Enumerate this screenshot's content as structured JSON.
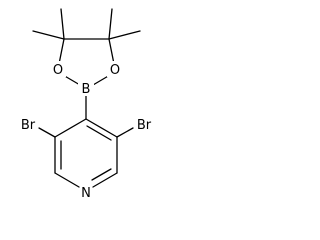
{
  "molecule": {
    "atoms": {
      "bromine_left": "Br",
      "bromine_right": "Br",
      "nitrogen": "N",
      "boron": "B",
      "oxygen_left": "O",
      "oxygen_right": "O"
    }
  }
}
